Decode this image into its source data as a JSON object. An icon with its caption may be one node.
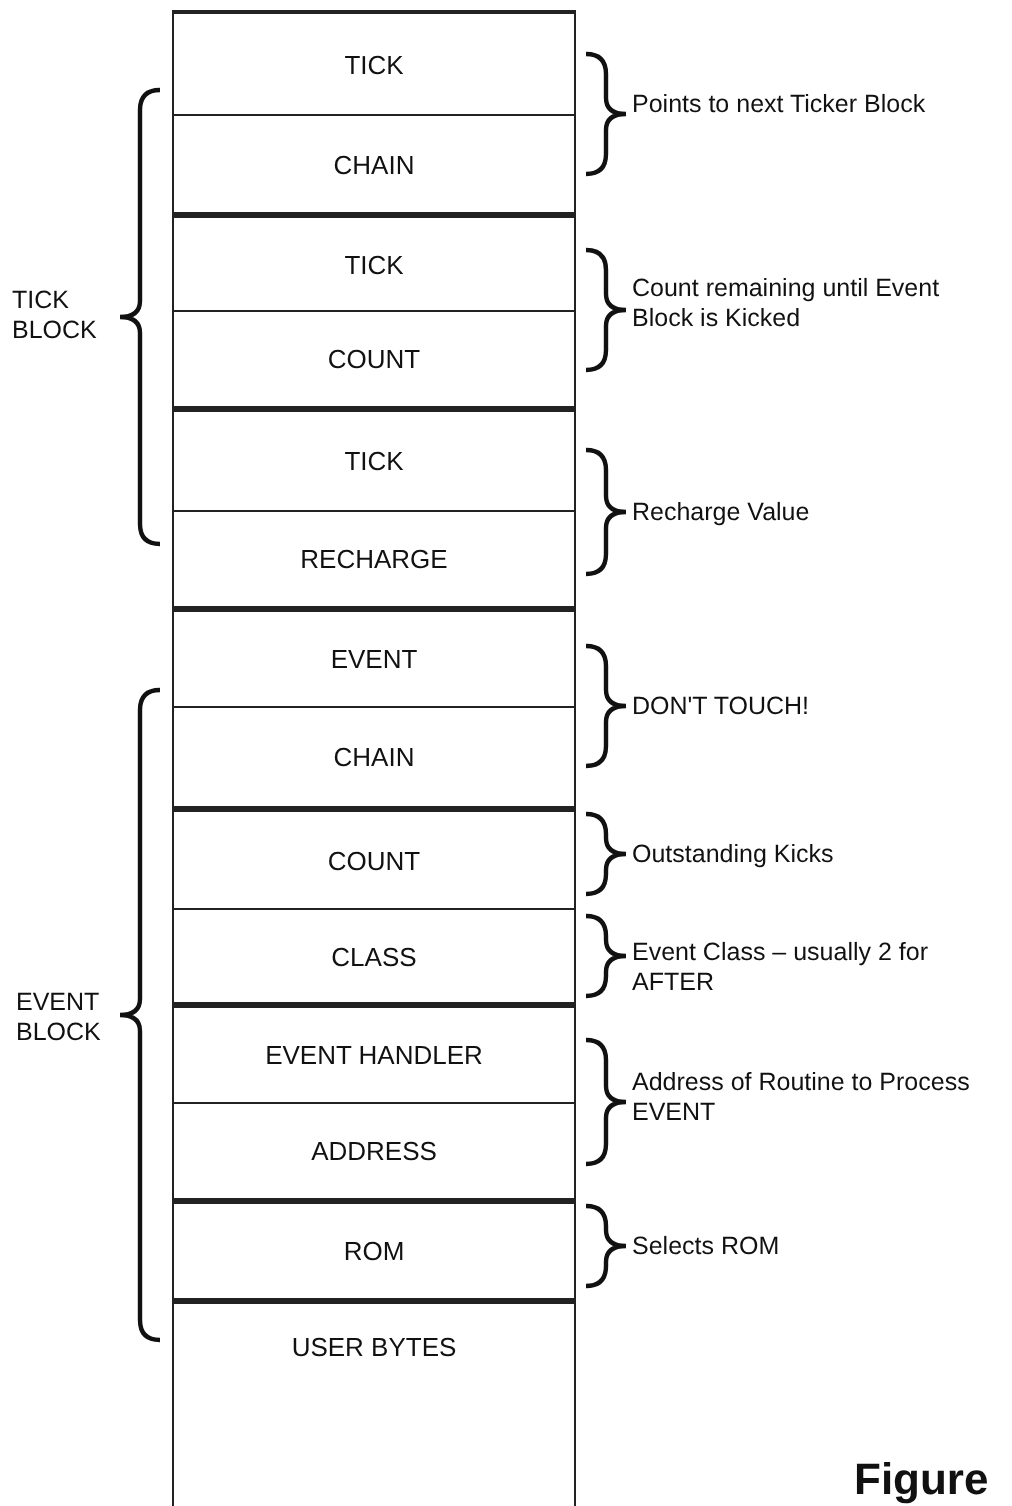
{
  "diagram": {
    "nodes": [
      {
        "text": [
          "TICK"
        ]
      },
      {
        "text": [
          "CHAIN"
        ]
      },
      {
        "text": [
          "TICK"
        ]
      },
      {
        "text": [
          "COUNT"
        ]
      },
      {
        "text": [
          "TICK"
        ]
      },
      {
        "text": [
          "RECHARGE"
        ]
      },
      {
        "text": [
          "EVENT"
        ]
      },
      {
        "text": [
          "CHAIN"
        ]
      },
      {
        "text": [
          "COUNT"
        ]
      },
      {
        "text": [
          "CLASS"
        ]
      },
      {
        "text": [
          "EVENT HANDLER"
        ]
      },
      {
        "text": [
          "ADDRESS"
        ]
      },
      {
        "text": [
          "ROM"
        ]
      },
      {
        "text": [
          "USER BYTES"
        ]
      }
    ],
    "labels": [
      "Points to next Ticker Block",
      "TICK BLOCK",
      "Count remaining until Event Block is Kicked",
      "Recharge Value",
      "DON'T TOUCH!",
      "Outstanding Kicks",
      "Event Class – usually 2 for AFTER",
      "EVENT BLOCK",
      "Address of Routine to Process EVENT",
      "Selects ROM",
      "Figure"
    ]
  }
}
